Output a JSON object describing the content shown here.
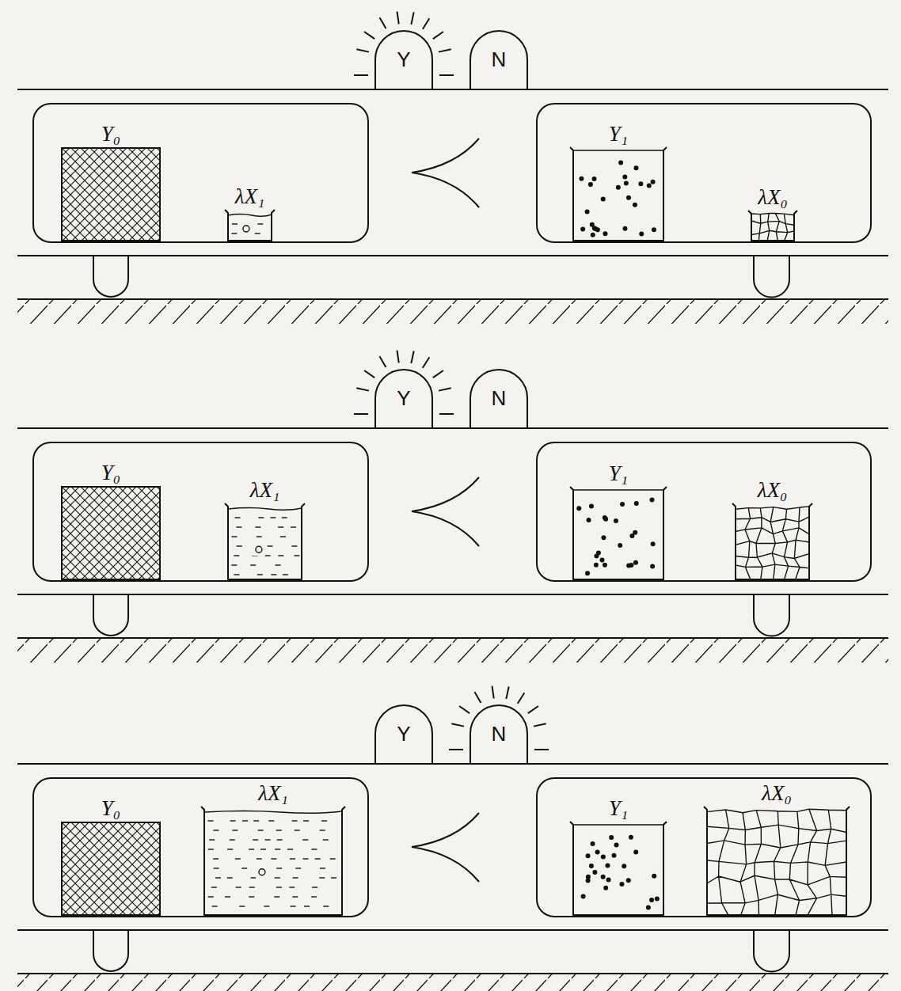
{
  "diagram": {
    "nodes": [
      {
        "text": [
          "Y"
        ]
      },
      {
        "text": [
          "N"
        ]
      },
      {
        "text": [
          "Y₀"
        ]
      },
      {
        "text": [
          "λX₁"
        ]
      },
      {
        "text": [
          "Y₁"
        ]
      },
      {
        "text": [
          "λX₀"
        ]
      },
      {
        "text": [
          "Y"
        ]
      },
      {
        "text": [
          "N"
        ]
      },
      {
        "text": [
          "Y₀"
        ]
      },
      {
        "text": [
          "λX₁"
        ]
      },
      {
        "text": [
          "Y₁"
        ]
      },
      {
        "text": [
          "λX₀"
        ]
      },
      {
        "text": [
          "Y"
        ]
      },
      {
        "text": [
          "N"
        ]
      },
      {
        "text": [
          "Y₀"
        ]
      },
      {
        "text": [
          "λX₁"
        ]
      },
      {
        "text": [
          "Y₁"
        ]
      },
      {
        "text": [
          "λX₀"
        ]
      }
    ]
  }
}
